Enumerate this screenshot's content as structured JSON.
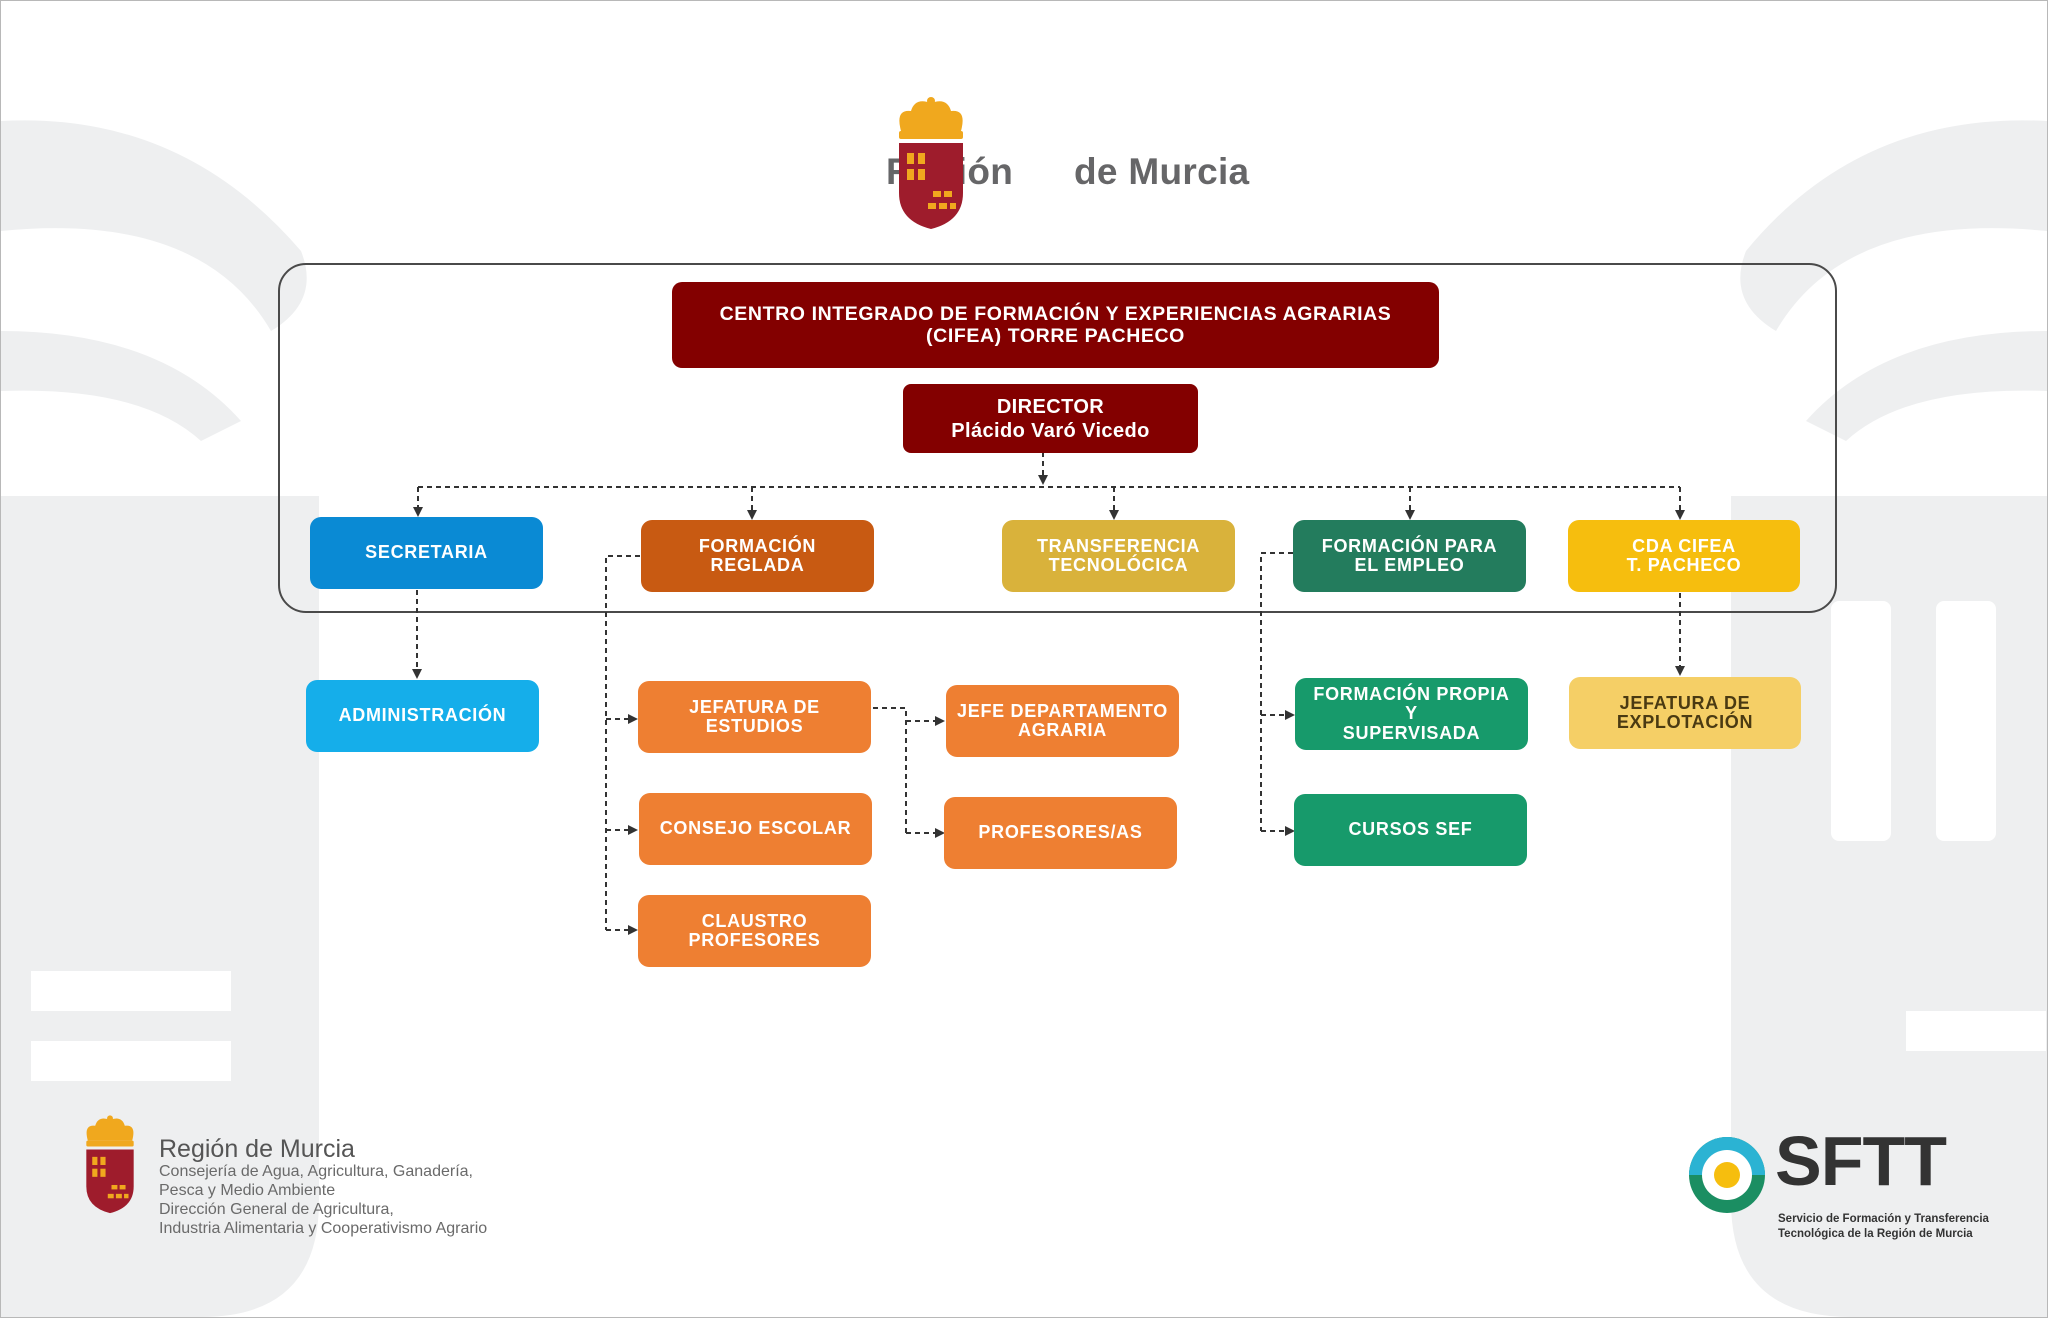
{
  "header": {
    "logo_left_word": "Región",
    "logo_right_word": "de Murcia"
  },
  "org": {
    "title": [
      "CENTRO INTEGRADO DE FORMACIÓN Y EXPERIENCIAS AGRARIAS",
      "(CIFEA) TORRE PACHECO"
    ],
    "director": [
      "DIRECTOR",
      "Plácido Varó Vicedo"
    ],
    "departments": {
      "secretaria": [
        "SECRETARIA"
      ],
      "formacion_reglada": [
        "FORMACIÓN REGLADA"
      ],
      "transferencia": [
        "TRANSFERENCIA",
        "TECNOLÓCICA"
      ],
      "formacion_empleo": [
        "FORMACIÓN PARA",
        "EL EMPLEO"
      ],
      "cda": [
        "CDA CIFEA",
        "T. PACHECO"
      ]
    },
    "units": {
      "administracion": [
        "ADMINISTRACIÓN"
      ],
      "jefatura_estudios": [
        "JEFATURA DE",
        "ESTUDIOS"
      ],
      "consejo_escolar": [
        "CONSEJO ESCOLAR"
      ],
      "claustro": [
        "CLAUSTRO",
        "PROFESORES"
      ],
      "jefe_departamento": [
        "JEFE DEPARTAMENTO",
        "AGRARIA"
      ],
      "profesores": [
        "PROFESORES/AS"
      ],
      "formacion_propia": [
        "FORMACIÓN PROPIA Y",
        "SUPERVISADA"
      ],
      "cursos_sef": [
        "CURSOS SEF"
      ],
      "jefatura_explotacion": [
        "JEFATURA DE",
        "EXPLOTACIÓN"
      ]
    }
  },
  "footer": {
    "institution": "Región de Murcia",
    "lines": [
      "Consejería de Agua, Agricultura, Ganadería,",
      "Pesca y Medio Ambiente",
      "Dirección General de Agricultura,",
      "Industria Alimentaria y Cooperativismo Agrario"
    ],
    "sftt_name": "SFTT",
    "sftt_lines": [
      "Servicio de Formación y Transferencia",
      "Tecnológica de la Región de Murcia"
    ]
  },
  "colors": {
    "dark_red": "#830000",
    "secretaria": "#0a8ad4",
    "administracion": "#15aeea",
    "formacion_reglada": "#c85a12",
    "orange_unit": "#ee7f32",
    "transferencia": "#d9b23b",
    "formacion_empleo": "#237c5d",
    "green_unit": "#179a6b",
    "cda": "#f6be0e",
    "jefatura_explotacion": "#f5cf66",
    "crown": "#f0a81e",
    "shield": "#9e1c2c"
  }
}
